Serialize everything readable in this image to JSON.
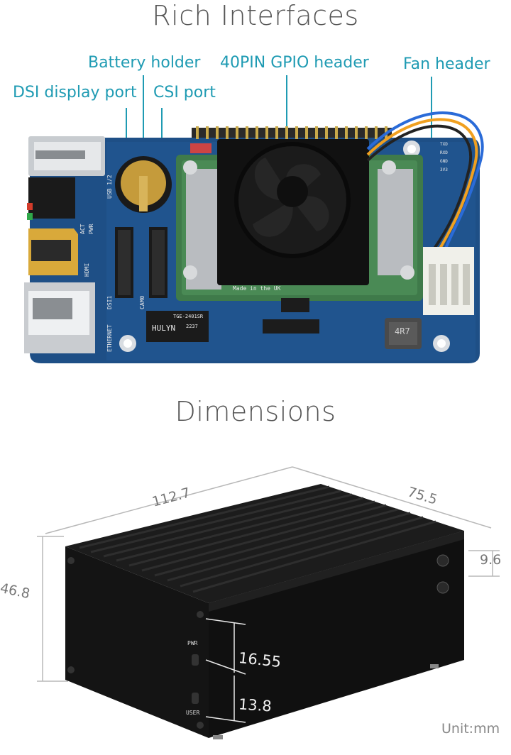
{
  "sections": {
    "interfaces_title": "Rich Interfaces",
    "dimensions_title": "Dimensions"
  },
  "callouts": {
    "battery_holder": "Battery holder",
    "gpio_header": "40PIN GPIO header",
    "fan_header": "Fan header",
    "dsi_port": "DSI display port",
    "csi_port": "CSI port"
  },
  "board_labels": {
    "usb": "USB 1/2",
    "pwr": "PWR",
    "act": "ACT",
    "hdmi": "HDMI",
    "dsi1": "DSI1",
    "cam0": "CAM0",
    "ethernet": "ETHERNET",
    "chip_brand": "HULYN",
    "chip_model": "TGE-2401SR",
    "chip_code": "2237",
    "made_in": "Made in the UK",
    "inductor": "4R7",
    "pin_txd": "TXD",
    "pin_rxd": "RXD",
    "pin_gnd": "GND",
    "pin_3v3": "3V3"
  },
  "dimensions": {
    "length": "112.7",
    "width": "75.5",
    "height": "46.8",
    "button_gap": "9.6",
    "pwr_offset": "16.55",
    "user_offset": "13.8",
    "unit_label": "Unit:mm"
  },
  "case_labels": {
    "pwr": "PWR",
    "user": "USER"
  },
  "colors": {
    "callout": "#1f9bb3",
    "pcb_blue": "#1e4f86",
    "cm_green": "#3f7a4a",
    "heatsink": "#111111",
    "case_black": "#161616"
  },
  "icons": [
    "fan-icon",
    "battery-icon",
    "ethernet-port-icon",
    "hdmi-port-icon",
    "usb-port-icon"
  ]
}
